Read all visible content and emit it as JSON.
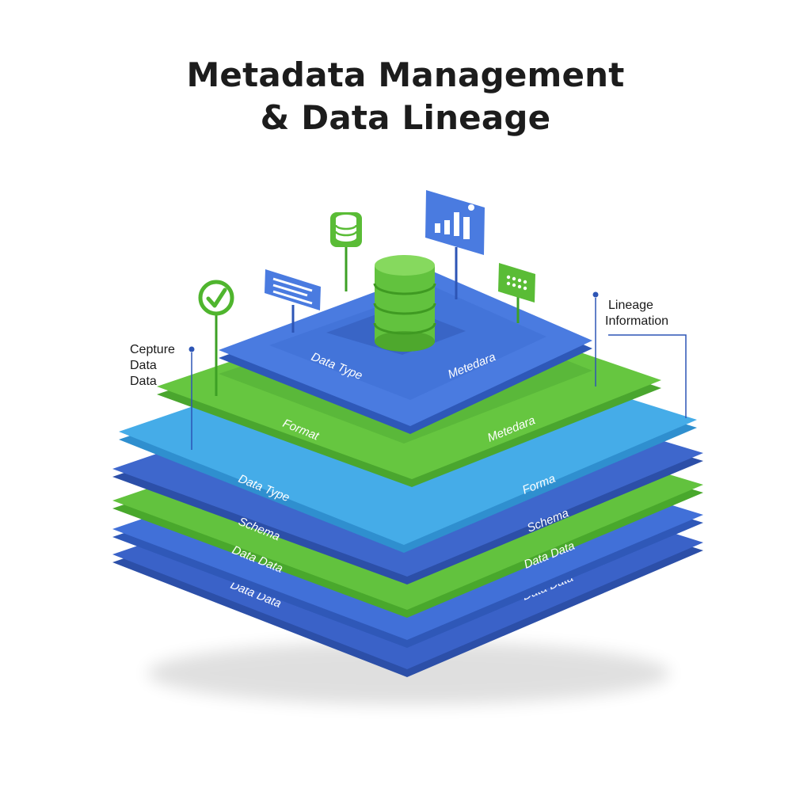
{
  "title": {
    "line1": "Metadata Management",
    "line2": "& Data Lineage"
  },
  "callouts": {
    "left": [
      "Cepture",
      "Data",
      "Data"
    ],
    "right": [
      "Lineage",
      "Information"
    ]
  },
  "layers": [
    {
      "id": "blue-6",
      "left_label": "Data Data",
      "right_label": "Data Data"
    },
    {
      "id": "blue-5",
      "left_label": "",
      "right_label": ""
    },
    {
      "id": "green-4",
      "left_label": "Data Data",
      "right_label": "Data Data"
    },
    {
      "id": "blue-3",
      "left_label": "Schema",
      "right_label": "Schema"
    },
    {
      "id": "cyan-2",
      "left_label": "Data Type",
      "right_label": "Forma"
    },
    {
      "id": "green-1",
      "left_label": "Format",
      "right_label": "Metedara"
    },
    {
      "id": "blue-top",
      "left_label": "Data Type",
      "right_label": "Metedara"
    }
  ],
  "icons": [
    "check-circle-icon",
    "text-card-icon",
    "database-icon",
    "bar-chart-icon",
    "grid-keypad-icon",
    "database-cylinder-icon"
  ],
  "colors": {
    "blue": "#3e6fd3",
    "dark_blue": "#2d55b5",
    "green": "#62c23e",
    "cyan": "#3fa6e4",
    "text": "#1c1c1c"
  }
}
